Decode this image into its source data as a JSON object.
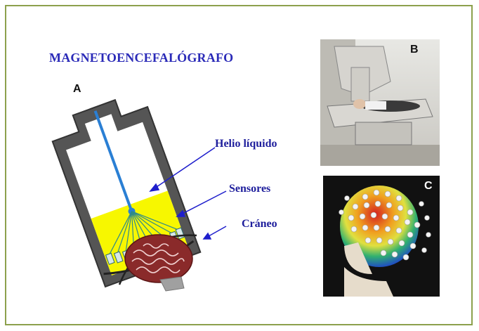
{
  "title": "MAGNETOENCEFALÓGRAFO",
  "panels": {
    "a": "A",
    "b": "B",
    "c": "C"
  },
  "labels": {
    "helio": "Helio líquido",
    "sensores": "Sensores",
    "craneo": "Cráneo"
  },
  "colors": {
    "title": "#2b2bb8",
    "label": "#1e1e9c",
    "arrow": "#1e1ecc",
    "frame": "#8ca04c",
    "helium": "#f7f700",
    "fiber": "#2a7fd4",
    "brain": "#8a2a2a"
  }
}
